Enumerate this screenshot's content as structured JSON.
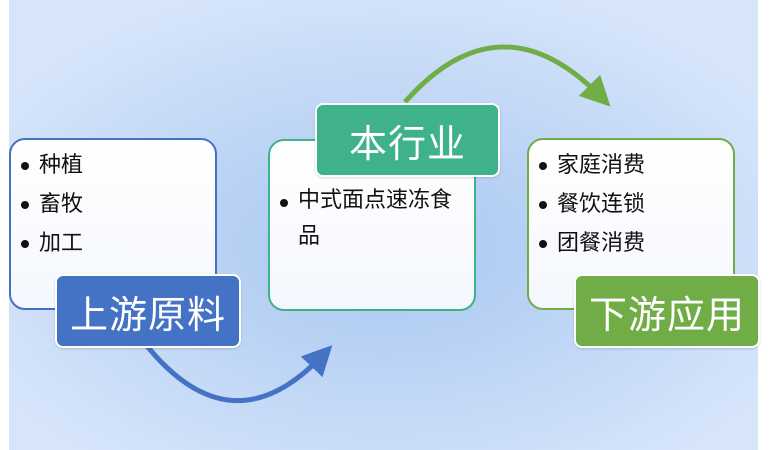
{
  "diagram": {
    "type": "industry-chain",
    "colors": {
      "upstream": "#4472c4",
      "midstream": "#3fb28a",
      "downstream": "#70ad47",
      "background": "#bcd4f5"
    },
    "upstream": {
      "title": "上游原料",
      "items": [
        "种植",
        "畜牧",
        "加工"
      ]
    },
    "midstream": {
      "title": "本行业",
      "items": [
        "中式面点速冻食品"
      ]
    },
    "downstream": {
      "title": "下游应用",
      "items": [
        "家庭消费",
        "餐饮连锁",
        "团餐消费"
      ]
    },
    "arrows": [
      {
        "from": "upstream",
        "to": "midstream",
        "color": "#4472c4"
      },
      {
        "from": "midstream",
        "to": "downstream",
        "color": "#70ad47"
      }
    ]
  }
}
